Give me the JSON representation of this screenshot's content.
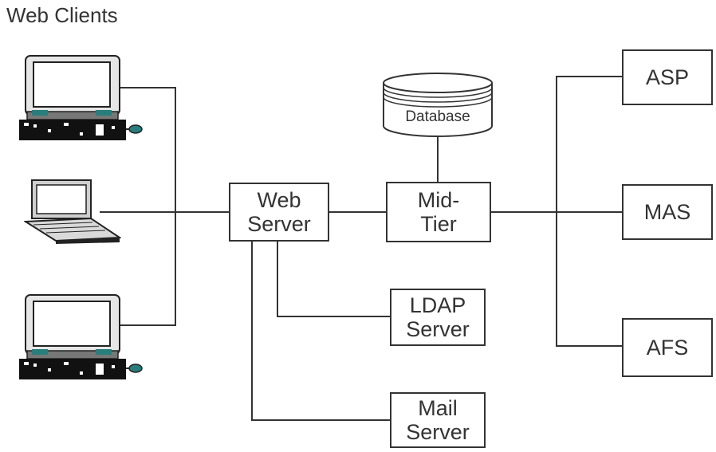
{
  "title": "Web Clients",
  "colors": {
    "line": "#333333",
    "box_border": "#333333",
    "text": "#333333",
    "background": "#ffffff"
  },
  "icons": [
    "desktop-computer-icon",
    "laptop-icon",
    "desktop-computer-icon",
    "database-cylinder-icon"
  ],
  "nodes": {
    "web_server": "Web\nServer",
    "mid_tier": "Mid-\nTier",
    "database": "Database",
    "ldap_server": "LDAP\nServer",
    "mail_server": "Mail\nServer",
    "asp": "ASP",
    "mas": "MAS",
    "afs": "AFS"
  }
}
